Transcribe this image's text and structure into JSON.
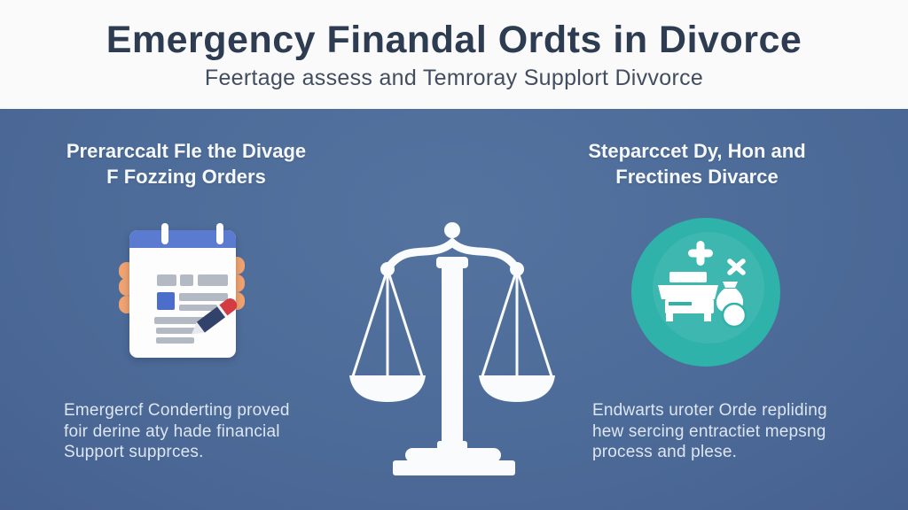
{
  "header": {
    "title": "Emergency Finandal Ordts in Divorce",
    "subtitle": "Feertage assess and Temroray Supplort Divvorce"
  },
  "columns": {
    "left": {
      "heading": "Prerarccalt Fle the Divage\nF Fozzing Orders",
      "body": "Emergercf Conderting proved\nfoir derine aty hade financial\nSupport supprces."
    },
    "right": {
      "heading": "Steparccet Dy, Hon and\nFrectines Divarce",
      "body": "Endwarts uroter Orde repliding\nhew sercing entractiet mepsng\nprocess and plese."
    }
  },
  "icons": {
    "left": "document-signing-icon",
    "center": "scales-of-justice-icon",
    "right": "assets-support-icon"
  },
  "colors": {
    "background": "#4d6b98",
    "header_band": "#fafafb",
    "title_text": "#2e3c52",
    "subtitle_text": "#424d5f",
    "heading_text": "#f5f8fc",
    "body_text": "#dde6f2",
    "teal_circle": "#2fb2aa",
    "notepad_blue": "#5a7bd0",
    "notepad_accent_blue": "#4b6ecb",
    "pen_red": "#d23c42",
    "pen_navy": "#32436b",
    "hands_orange": "#f0a370",
    "icon_white": "#f9fbfd"
  }
}
